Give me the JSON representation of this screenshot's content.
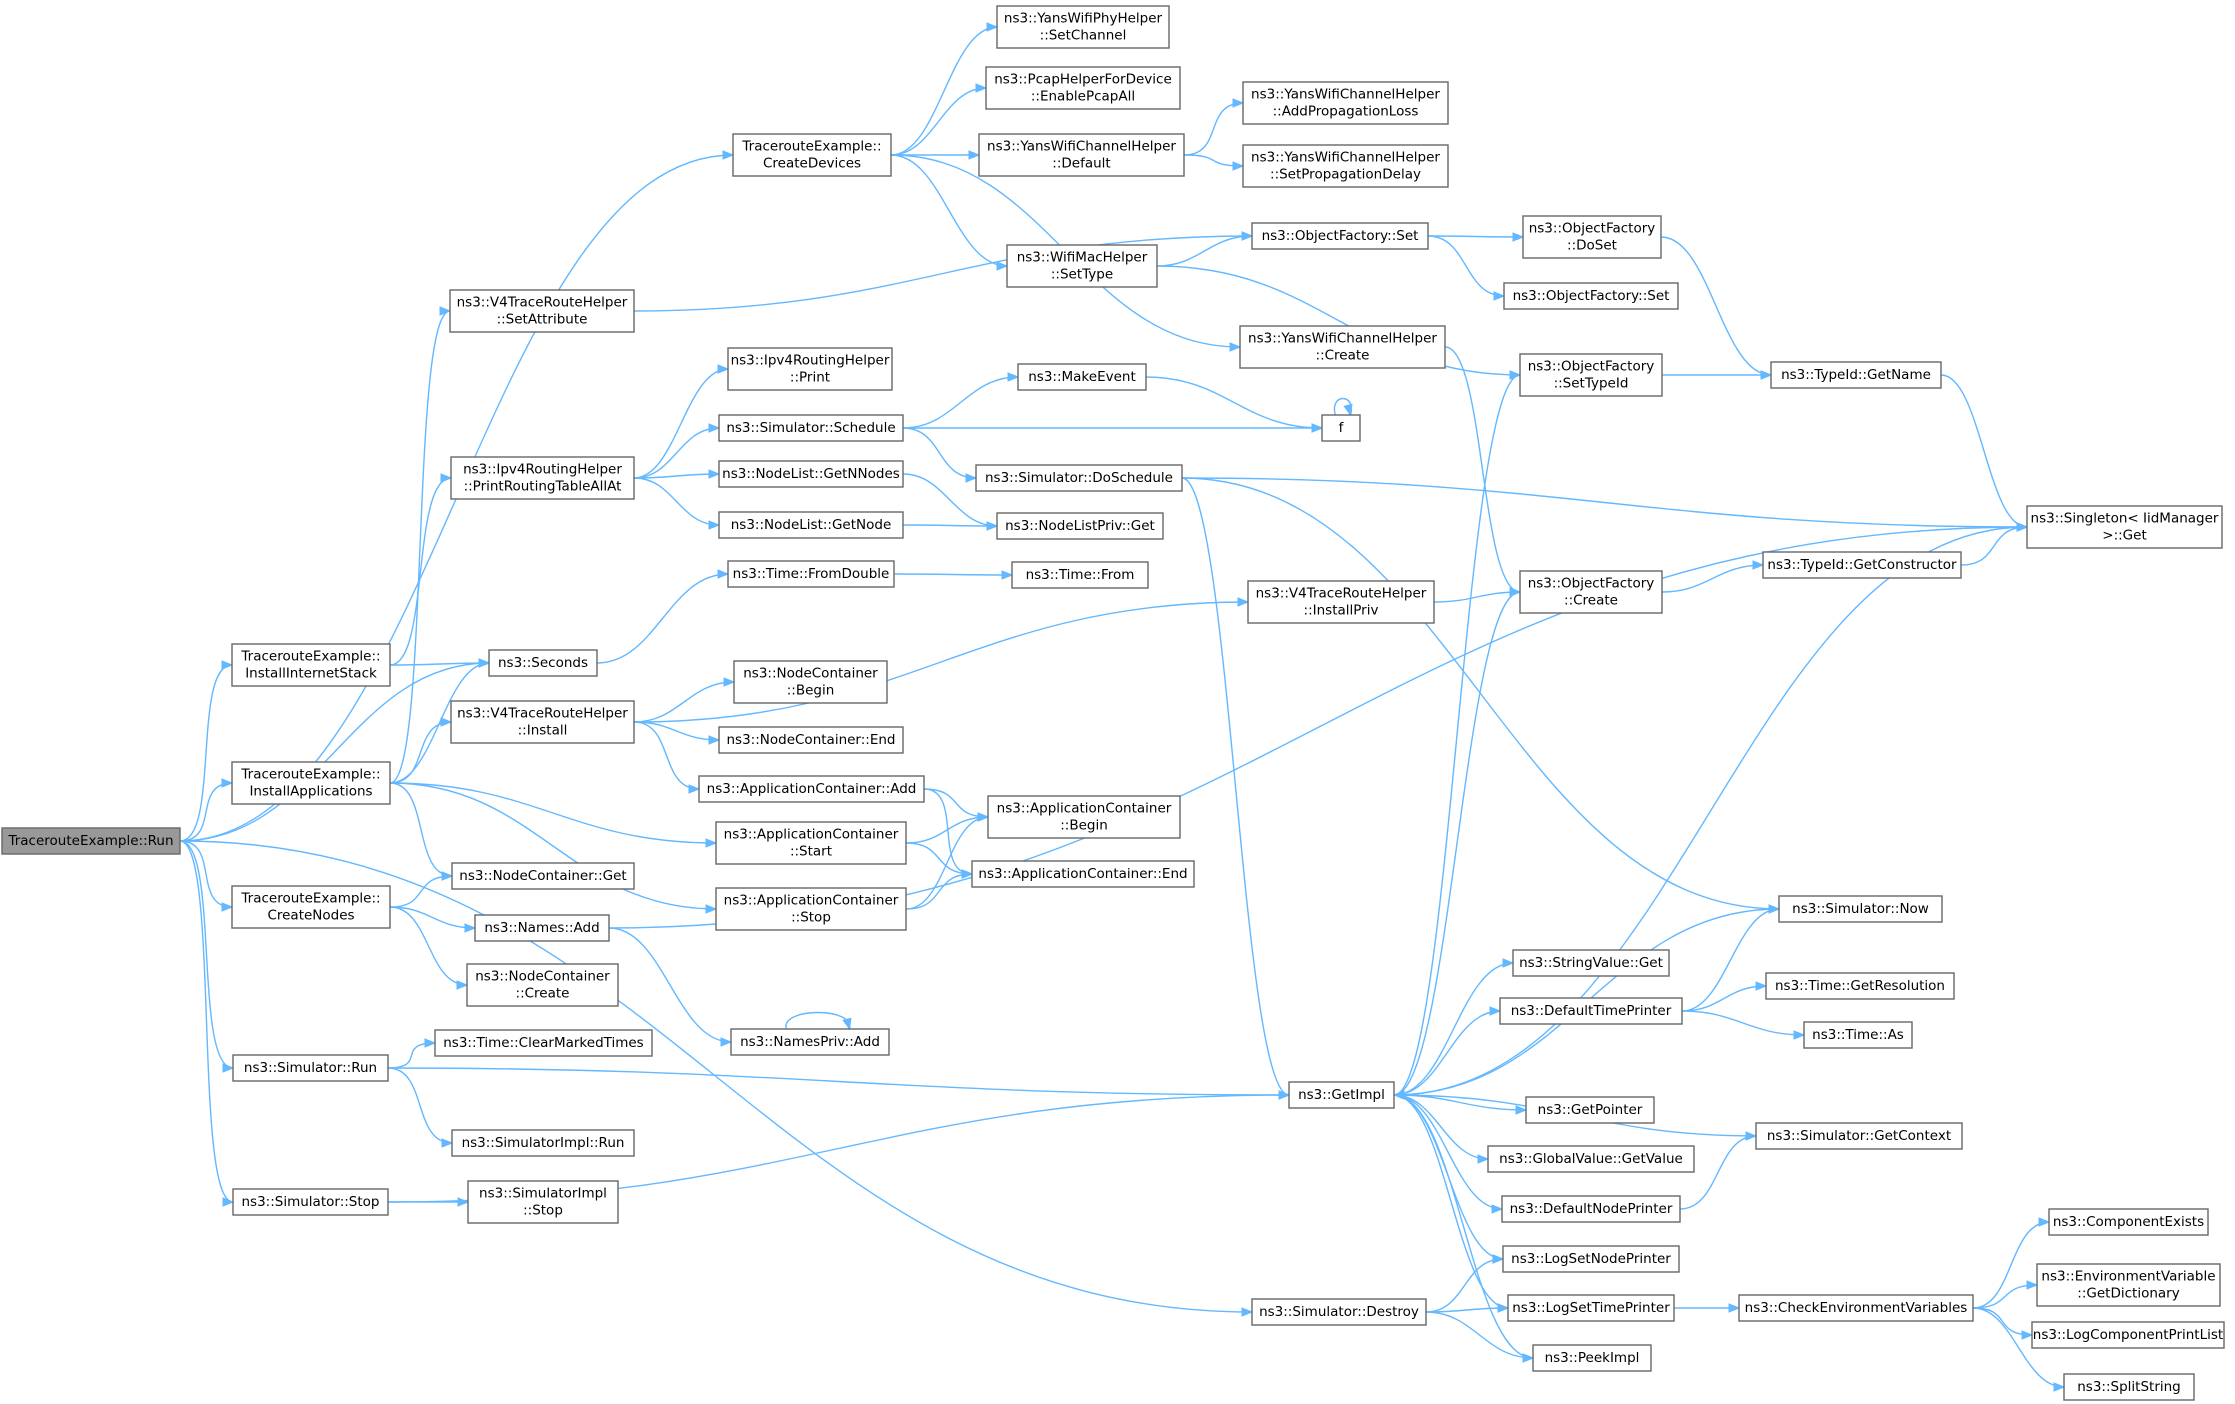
{
  "colors": {
    "edge": "#63b8ff",
    "node_border": "#666666",
    "node_fill": "#ffffff",
    "truncated_border": "#ff0000",
    "truncated_fill": "#fff0f0",
    "root_fill": "#999999"
  },
  "nodes": [
    {
      "id": "run",
      "lines": [
        "TracerouteExample::Run"
      ],
      "style": "root"
    },
    {
      "id": "createDevices",
      "lines": [
        "TracerouteExample::",
        "CreateDevices"
      ]
    },
    {
      "id": "installInternet",
      "lines": [
        "TracerouteExample::",
        "InstallInternetStack"
      ]
    },
    {
      "id": "installApps",
      "lines": [
        "TracerouteExample::",
        "InstallApplications"
      ]
    },
    {
      "id": "createNodes",
      "lines": [
        "TracerouteExample::",
        "CreateNodes"
      ]
    },
    {
      "id": "simRun",
      "lines": [
        "ns3::Simulator::Run"
      ]
    },
    {
      "id": "simStop",
      "lines": [
        "ns3::Simulator::Stop"
      ]
    },
    {
      "id": "v4SetAttr",
      "lines": [
        "ns3::V4TraceRouteHelper",
        "::SetAttribute"
      ]
    },
    {
      "id": "ipv4Print",
      "lines": [
        "ns3::Ipv4RoutingHelper",
        "::PrintRoutingTableAllAt"
      ]
    },
    {
      "id": "seconds",
      "lines": [
        "ns3::Seconds"
      ]
    },
    {
      "id": "v4Install",
      "lines": [
        "ns3::V4TraceRouteHelper",
        "::Install"
      ]
    },
    {
      "id": "ncGet",
      "lines": [
        "ns3::NodeContainer::Get"
      ]
    },
    {
      "id": "namesAdd",
      "lines": [
        "ns3::Names::Add"
      ]
    },
    {
      "id": "ncCreate",
      "lines": [
        "ns3::NodeContainer",
        "::Create"
      ]
    },
    {
      "id": "clearMarked",
      "lines": [
        "ns3::Time::ClearMarkedTimes"
      ]
    },
    {
      "id": "simImplRun",
      "lines": [
        "ns3::SimulatorImpl::Run"
      ]
    },
    {
      "id": "simImplStop",
      "lines": [
        "ns3::SimulatorImpl",
        "::Stop"
      ]
    },
    {
      "id": "yansPhySetCh",
      "lines": [
        "ns3::YansWifiPhyHelper",
        "::SetChannel"
      ]
    },
    {
      "id": "pcapAll",
      "lines": [
        "ns3::PcapHelperForDevice",
        "::EnablePcapAll"
      ]
    },
    {
      "id": "yansChDefault",
      "lines": [
        "ns3::YansWifiChannelHelper",
        "::Default"
      ]
    },
    {
      "id": "wifiMacSetType",
      "lines": [
        "ns3::WifiMacHelper",
        "::SetType"
      ]
    },
    {
      "id": "ipv4RHPrint",
      "lines": [
        "ns3::Ipv4RoutingHelper",
        "::Print"
      ]
    },
    {
      "id": "schedule",
      "lines": [
        "ns3::Simulator::Schedule"
      ]
    },
    {
      "id": "getNNodes",
      "lines": [
        "ns3::NodeList::GetNNodes"
      ]
    },
    {
      "id": "nlGetNode",
      "lines": [
        "ns3::NodeList::GetNode"
      ]
    },
    {
      "id": "fromDouble",
      "lines": [
        "ns3::Time::FromDouble"
      ]
    },
    {
      "id": "ncBegin",
      "lines": [
        "ns3::NodeContainer",
        "::Begin"
      ]
    },
    {
      "id": "ncEnd",
      "lines": [
        "ns3::NodeContainer::End"
      ]
    },
    {
      "id": "acAdd",
      "lines": [
        "ns3::ApplicationContainer::Add"
      ]
    },
    {
      "id": "acStart",
      "lines": [
        "ns3::ApplicationContainer",
        "::Start"
      ]
    },
    {
      "id": "acStop",
      "lines": [
        "ns3::ApplicationContainer",
        "::Stop"
      ]
    },
    {
      "id": "namesPrivAdd",
      "lines": [
        "ns3::NamesPriv::Add"
      ]
    },
    {
      "id": "makeEvent",
      "lines": [
        "ns3::MakeEvent"
      ]
    },
    {
      "id": "doSchedule",
      "lines": [
        "ns3::Simulator::DoSchedule"
      ],
      "style": "truncated"
    },
    {
      "id": "nlPrivGet",
      "lines": [
        "ns3::NodeListPriv::Get"
      ],
      "style": "truncated"
    },
    {
      "id": "timeFrom",
      "lines": [
        "ns3::Time::From"
      ],
      "style": "truncated"
    },
    {
      "id": "acBegin",
      "lines": [
        "ns3::ApplicationContainer",
        "::Begin"
      ]
    },
    {
      "id": "acEnd",
      "lines": [
        "ns3::ApplicationContainer::End"
      ]
    },
    {
      "id": "yansAddLoss",
      "lines": [
        "ns3::YansWifiChannelHelper",
        "::AddPropagationLoss"
      ]
    },
    {
      "id": "yansSetDelay",
      "lines": [
        "ns3::YansWifiChannelHelper",
        "::SetPropagationDelay"
      ]
    },
    {
      "id": "ofSet",
      "lines": [
        "ns3::ObjectFactory::Set"
      ]
    },
    {
      "id": "yansCreate",
      "lines": [
        "ns3::YansWifiChannelHelper",
        "::Create"
      ]
    },
    {
      "id": "f",
      "lines": [
        "f"
      ]
    },
    {
      "id": "v4InstallPriv",
      "lines": [
        "ns3::V4TraceRouteHelper",
        "::InstallPriv"
      ]
    },
    {
      "id": "getImpl",
      "lines": [
        "ns3::GetImpl"
      ]
    },
    {
      "id": "simDestroy",
      "lines": [
        "ns3::Simulator::Destroy"
      ]
    },
    {
      "id": "ofDoSet",
      "lines": [
        "ns3::ObjectFactory",
        "::DoSet"
      ],
      "style": "truncated"
    },
    {
      "id": "ofSet2",
      "lines": [
        "ns3::ObjectFactory::Set"
      ]
    },
    {
      "id": "ofSetTypeId",
      "lines": [
        "ns3::ObjectFactory",
        "::SetTypeId"
      ]
    },
    {
      "id": "ofCreate",
      "lines": [
        "ns3::ObjectFactory",
        "::Create"
      ]
    },
    {
      "id": "stringValueGet",
      "lines": [
        "ns3::StringValue::Get"
      ]
    },
    {
      "id": "defTimePrinter",
      "lines": [
        "ns3::DefaultTimePrinter"
      ]
    },
    {
      "id": "getPointer",
      "lines": [
        "ns3::GetPointer"
      ]
    },
    {
      "id": "globalGetValue",
      "lines": [
        "ns3::GlobalValue::GetValue"
      ]
    },
    {
      "id": "defNodePrinter",
      "lines": [
        "ns3::DefaultNodePrinter"
      ]
    },
    {
      "id": "logSetNode",
      "lines": [
        "ns3::LogSetNodePrinter"
      ]
    },
    {
      "id": "logSetTime",
      "lines": [
        "ns3::LogSetTimePrinter"
      ]
    },
    {
      "id": "peekImpl",
      "lines": [
        "ns3::PeekImpl"
      ]
    },
    {
      "id": "checkEnv",
      "lines": [
        "ns3::CheckEnvironmentVariables"
      ]
    },
    {
      "id": "typeIdGetName",
      "lines": [
        "ns3::TypeId::GetName"
      ],
      "style": "truncated"
    },
    {
      "id": "typeIdGetCtor",
      "lines": [
        "ns3::TypeId::GetConstructor"
      ],
      "style": "truncated"
    },
    {
      "id": "simNow",
      "lines": [
        "ns3::Simulator::Now"
      ],
      "style": "truncated"
    },
    {
      "id": "timeGetRes",
      "lines": [
        "ns3::Time::GetResolution"
      ],
      "style": "truncated"
    },
    {
      "id": "timeAs",
      "lines": [
        "ns3::Time::As"
      ]
    },
    {
      "id": "simGetContext",
      "lines": [
        "ns3::Simulator::GetContext"
      ],
      "style": "truncated"
    },
    {
      "id": "compExists",
      "lines": [
        "ns3::ComponentExists"
      ],
      "style": "truncated"
    },
    {
      "id": "envGetDict",
      "lines": [
        "ns3::EnvironmentVariable",
        "::GetDictionary"
      ],
      "style": "truncated"
    },
    {
      "id": "logCompPrint",
      "lines": [
        "ns3::LogComponentPrintList"
      ],
      "style": "truncated"
    },
    {
      "id": "splitString",
      "lines": [
        "ns3::SplitString"
      ]
    },
    {
      "id": "singletonGet",
      "lines": [
        "ns3::Singleton< IidManager",
        ">::Get"
      ]
    }
  ],
  "edges": [
    [
      "run",
      "createDevices"
    ],
    [
      "run",
      "installInternet"
    ],
    [
      "run",
      "seconds"
    ],
    [
      "run",
      "installApps"
    ],
    [
      "run",
      "createNodes"
    ],
    [
      "run",
      "simRun"
    ],
    [
      "run",
      "simStop"
    ],
    [
      "run",
      "simDestroy"
    ],
    [
      "createDevices",
      "yansPhySetCh"
    ],
    [
      "createDevices",
      "pcapAll"
    ],
    [
      "createDevices",
      "yansChDefault"
    ],
    [
      "createDevices",
      "wifiMacSetType"
    ],
    [
      "createDevices",
      "yansCreate"
    ],
    [
      "yansChDefault",
      "yansAddLoss"
    ],
    [
      "yansChDefault",
      "yansSetDelay"
    ],
    [
      "wifiMacSetType",
      "ofSet"
    ],
    [
      "wifiMacSetType",
      "ofSetTypeId"
    ],
    [
      "v4SetAttr",
      "ofSet"
    ],
    [
      "installInternet",
      "ipv4Print"
    ],
    [
      "installInternet",
      "seconds"
    ],
    [
      "installApps",
      "v4SetAttr"
    ],
    [
      "installApps",
      "seconds"
    ],
    [
      "installApps",
      "v4Install"
    ],
    [
      "installApps",
      "ncGet"
    ],
    [
      "installApps",
      "acStart"
    ],
    [
      "installApps",
      "acStop"
    ],
    [
      "createNodes",
      "ncGet"
    ],
    [
      "createNodes",
      "namesAdd"
    ],
    [
      "createNodes",
      "ncCreate"
    ],
    [
      "simRun",
      "clearMarked"
    ],
    [
      "simRun",
      "getImpl"
    ],
    [
      "simRun",
      "simImplRun"
    ],
    [
      "simStop",
      "simImplStop"
    ],
    [
      "simStop",
      "getImpl"
    ],
    [
      "ipv4Print",
      "ipv4RHPrint"
    ],
    [
      "ipv4Print",
      "schedule"
    ],
    [
      "ipv4Print",
      "getNNodes"
    ],
    [
      "ipv4Print",
      "nlGetNode"
    ],
    [
      "seconds",
      "fromDouble"
    ],
    [
      "v4Install",
      "v4InstallPriv"
    ],
    [
      "v4Install",
      "ncBegin"
    ],
    [
      "v4Install",
      "ncEnd"
    ],
    [
      "v4Install",
      "acAdd"
    ],
    [
      "namesAdd",
      "namesPrivAdd"
    ],
    [
      "namesAdd",
      "singletonGet"
    ],
    [
      "namesPrivAdd",
      "namesPrivAdd"
    ],
    [
      "schedule",
      "makeEvent"
    ],
    [
      "schedule",
      "f"
    ],
    [
      "schedule",
      "doSchedule"
    ],
    [
      "makeEvent",
      "f"
    ],
    [
      "f",
      "f"
    ],
    [
      "getNNodes",
      "nlPrivGet"
    ],
    [
      "nlGetNode",
      "nlPrivGet"
    ],
    [
      "fromDouble",
      "timeFrom"
    ],
    [
      "acAdd",
      "acBegin"
    ],
    [
      "acAdd",
      "acEnd"
    ],
    [
      "acStart",
      "acBegin"
    ],
    [
      "acStart",
      "acEnd"
    ],
    [
      "acStop",
      "acBegin"
    ],
    [
      "acStop",
      "acEnd"
    ],
    [
      "doSchedule",
      "getImpl"
    ],
    [
      "doSchedule",
      "simNow"
    ],
    [
      "doSchedule",
      "singletonGet"
    ],
    [
      "ofSet",
      "ofDoSet"
    ],
    [
      "ofSet",
      "ofSet2"
    ],
    [
      "ofDoSet",
      "typeIdGetName"
    ],
    [
      "ofSetTypeId",
      "typeIdGetName"
    ],
    [
      "typeIdGetName",
      "singletonGet"
    ],
    [
      "yansCreate",
      "ofCreate"
    ],
    [
      "v4InstallPriv",
      "ofCreate"
    ],
    [
      "ofCreate",
      "typeIdGetCtor"
    ],
    [
      "typeIdGetCtor",
      "singletonGet"
    ],
    [
      "getImpl",
      "ofSetTypeId"
    ],
    [
      "getImpl",
      "ofCreate"
    ],
    [
      "getImpl",
      "simNow"
    ],
    [
      "getImpl",
      "stringValueGet"
    ],
    [
      "getImpl",
      "defTimePrinter"
    ],
    [
      "getImpl",
      "getPointer"
    ],
    [
      "getImpl",
      "globalGetValue"
    ],
    [
      "getImpl",
      "defNodePrinter"
    ],
    [
      "getImpl",
      "logSetNode"
    ],
    [
      "getImpl",
      "logSetTime"
    ],
    [
      "getImpl",
      "peekImpl"
    ],
    [
      "getImpl",
      "singletonGet"
    ],
    [
      "defTimePrinter",
      "simNow"
    ],
    [
      "defTimePrinter",
      "timeGetRes"
    ],
    [
      "defTimePrinter",
      "timeAs"
    ],
    [
      "defNodePrinter",
      "simGetContext"
    ],
    [
      "simGetContext",
      "getImpl"
    ],
    [
      "simDestroy",
      "logSetNode"
    ],
    [
      "simDestroy",
      "logSetTime"
    ],
    [
      "simDestroy",
      "peekImpl"
    ],
    [
      "logSetTime",
      "checkEnv"
    ],
    [
      "checkEnv",
      "compExists"
    ],
    [
      "checkEnv",
      "envGetDict"
    ],
    [
      "checkEnv",
      "logCompPrint"
    ],
    [
      "checkEnv",
      "splitString"
    ]
  ]
}
